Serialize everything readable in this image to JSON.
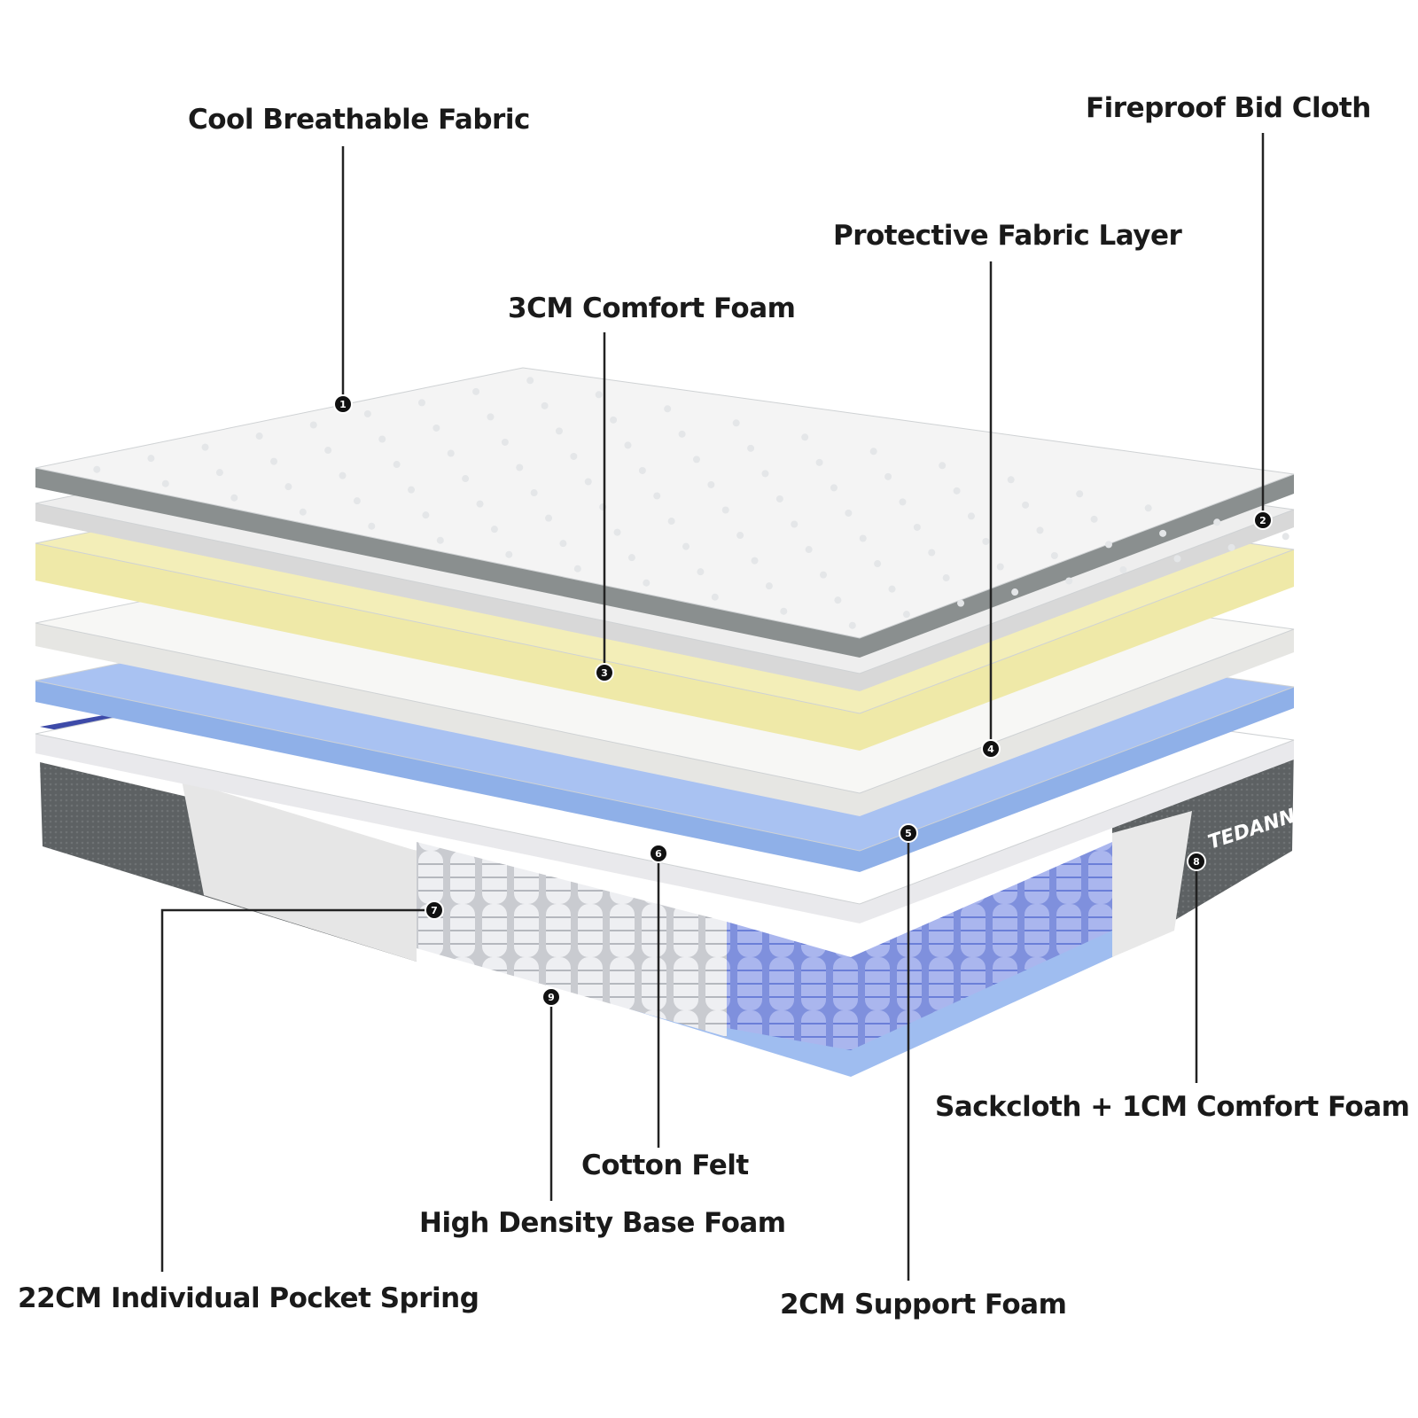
{
  "brand_logo": "TEDANNS",
  "layers": [
    {
      "number": "1",
      "label": "Cool Breathable Fabric"
    },
    {
      "number": "2",
      "label": "Fireproof Bid Cloth"
    },
    {
      "number": "3",
      "label": "3CM Comfort Foam"
    },
    {
      "number": "4",
      "label": "Protective Fabric Layer"
    },
    {
      "number": "5",
      "label": "2CM Support Foam"
    },
    {
      "number": "6",
      "label": "Cotton Felt"
    },
    {
      "number": "7",
      "label": "22CM Individual Pocket Spring"
    },
    {
      "number": "8",
      "label": "Sackcloth + 1CM Comfort Foam"
    },
    {
      "number": "9",
      "label": "High Density Base Foam"
    }
  ],
  "colors": {
    "fabric": "#f4f4f4",
    "edge_gray": "#8a8f8f",
    "comfort_foam": "#efe9a8",
    "support_foam": "#8fb0e8",
    "spring_blue": "#6b7fd8",
    "side_panel": "#5a5e60"
  }
}
